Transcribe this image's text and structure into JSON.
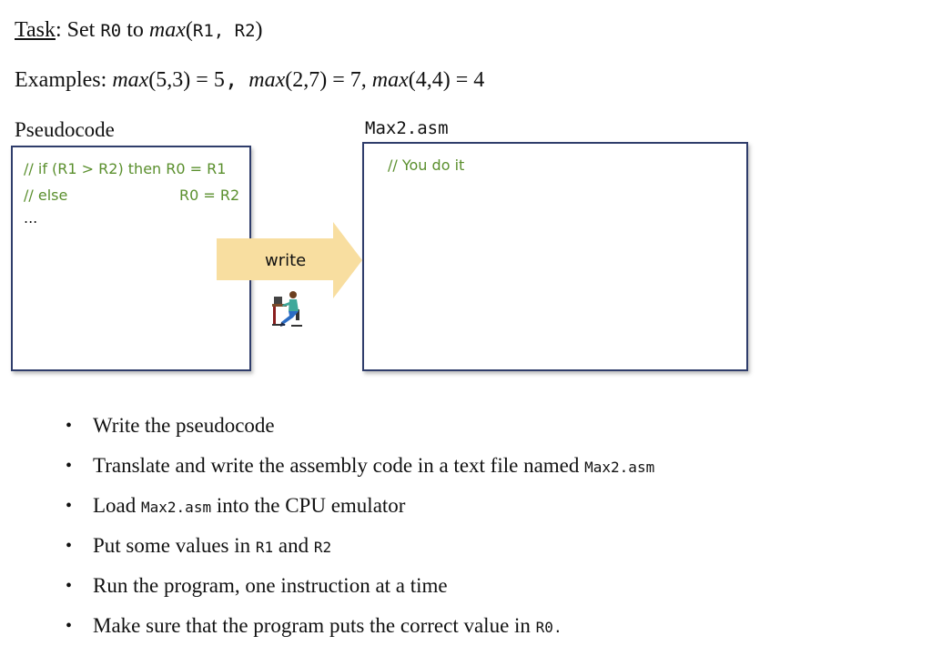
{
  "task": {
    "label": "Task",
    "text_set": ": Set ",
    "r0": "R0",
    "text_to": " to ",
    "max": "max",
    "open": "(",
    "args": "R1, R2",
    "close": ")"
  },
  "examples": {
    "label": "Examples: ",
    "max1": "max",
    "e1": "(5,3) = 5",
    "comma1": ",",
    "max2": "max",
    "e2": "(2,7) = 7, ",
    "max3": "max",
    "e3": "(4,4) = 4"
  },
  "pseudocode": {
    "title": "Pseudocode",
    "line1": "// if (R1 > R2) then R0 = R1",
    "line2_left": "// else",
    "line2_right": "R0 = R2",
    "line3": "..."
  },
  "asm": {
    "title": "Max2.asm",
    "line1": "// You do it"
  },
  "arrow": {
    "label": "write",
    "fill_color": "#f8dea0"
  },
  "colors": {
    "code_green": "#5a8f2d",
    "box_border": "#2f3d6b"
  },
  "bullets": {
    "b1": "Write the pseudocode",
    "b2_text": "Translate and write the assembly code in a text file named ",
    "b2_code": "Max2.asm",
    "b3_pre": "Load ",
    "b3_code": "Max2.asm",
    "b3_post": " into the CPU emulator",
    "b4_pre": "Put some values in ",
    "b4_code1": "R1",
    "b4_mid": " and ",
    "b4_code2": "R2",
    "b5": "Run the program, one instruction at a time",
    "b6_text": "Make sure that the program puts the correct value in ",
    "b6_code": "R0."
  },
  "icons": {
    "person": "person-at-computer-icon"
  }
}
